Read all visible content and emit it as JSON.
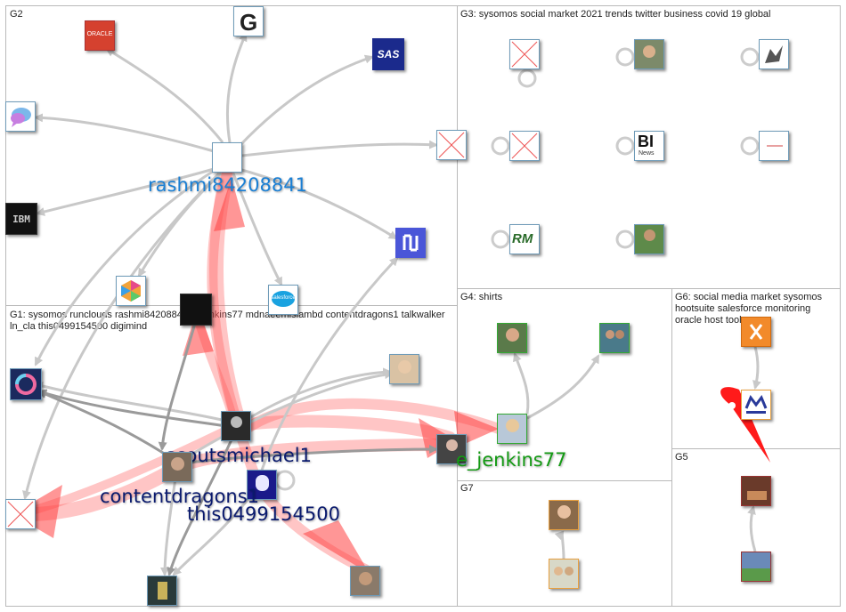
{
  "groups": [
    {
      "id": "g2",
      "label": "G2"
    },
    {
      "id": "g3",
      "label": "G3: sysomos social market 2021 trends twitter business covid 19 global"
    },
    {
      "id": "g1",
      "label": "G1: sysomos runclouds rashmi84208841 e_jenkins77 mdnaeemislambd contentdragons1 talkwalker ln_cla this0499154500 digimind"
    },
    {
      "id": "g4",
      "label": "G4: shirts"
    },
    {
      "id": "g6",
      "label": "G6: social media market sysomos hootsuite salesforce monitoring oracle host tools"
    },
    {
      "id": "g5",
      "label": "G5"
    },
    {
      "id": "g7",
      "label": "G7"
    }
  ],
  "node_labels": {
    "rashmi": "rashmi84208841",
    "jenkins": "e_jenkins77",
    "scouts": "scoutsmichael1",
    "contentdragons": "contentdragons1",
    "this049": "this0499154500"
  },
  "node_logos": {
    "oracle": "ORACLE",
    "sas": "SAS",
    "ibm": "IBM",
    "salesforce": "salesforce",
    "bi": "BI",
    "bi_sub": "News",
    "rm": "RM"
  },
  "icons": {
    "broken_image": "broken-image-icon",
    "self_loop": "self-loop-icon",
    "avatar": "avatar-icon"
  },
  "colors": {
    "edge": "#c8c8c8",
    "edge_dark": "#9a9a9a",
    "edge_red": "#ff5a5a",
    "label_blue": "#1a7fd4",
    "label_navy": "#0a1a6e",
    "label_green": "#139a13"
  }
}
